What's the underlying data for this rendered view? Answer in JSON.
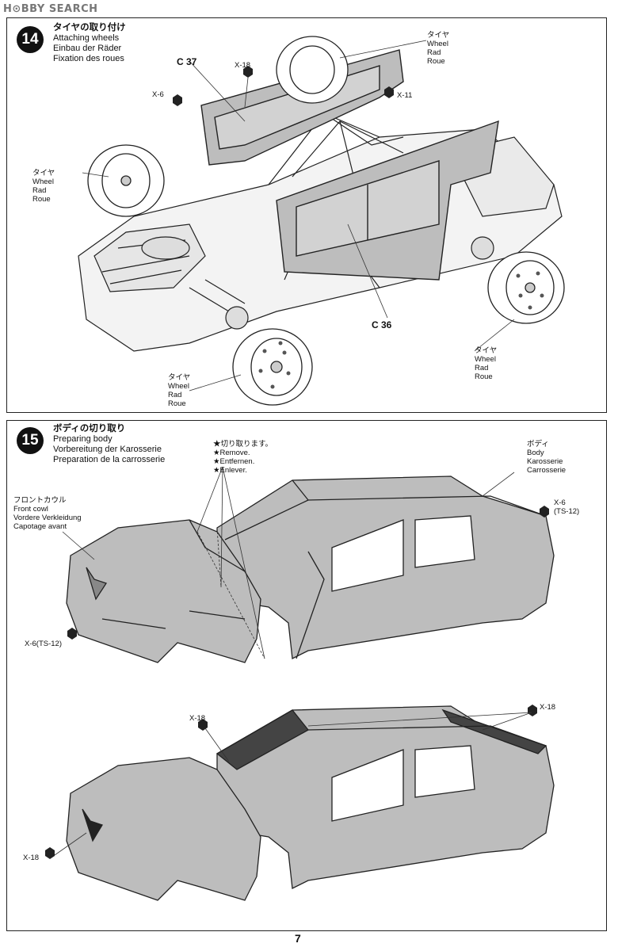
{
  "watermark": "H⊙BBY SEARCH",
  "page_number": "7",
  "step14": {
    "number": "14",
    "title_jp": "タイヤの取り付け",
    "title_en": "Attaching wheels",
    "title_de": "Einbau der Räder",
    "title_fr": "Fixation des roues",
    "part_c37": "C 37",
    "part_c36": "C 36",
    "x18": "X-18",
    "x6": "X-6",
    "x11": "X-11",
    "wheel_label": {
      "jp": "タイヤ",
      "en": "Wheel",
      "de": "Rad",
      "fr": "Roue"
    }
  },
  "step15": {
    "number": "15",
    "title_jp": "ボディの切り取り",
    "title_en": "Preparing body",
    "title_de": "Vorbereitung der Karosserie",
    "title_fr": "Preparation de la carrosserie",
    "remove": {
      "jp": "★切り取ります。",
      "en": "★Remove.",
      "de": "★Entfernen.",
      "fr": "★Enlever."
    },
    "body": {
      "jp": "ボディ",
      "en": "Body",
      "de": "Karosserie",
      "fr": "Carrosserie"
    },
    "cowl": {
      "jp": "フロントカウル",
      "en": "Front cowl",
      "de": "Vordere Verkleidung",
      "fr": "Capotage avant"
    },
    "x6_ts12": "X-6",
    "ts12": "(TS-12)",
    "x6_ts12_inline": "X-6(TS-12)",
    "x18": "X-18"
  }
}
